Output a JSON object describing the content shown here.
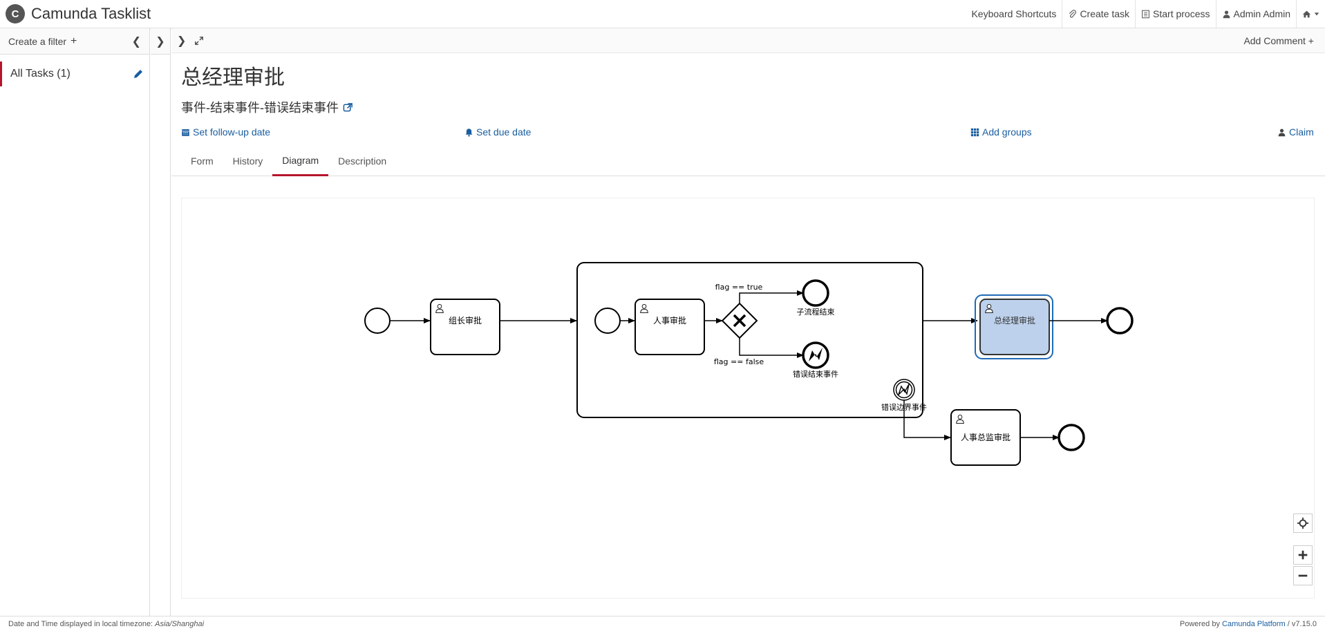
{
  "header": {
    "logo_letter": "C",
    "app_title": "Camunda Tasklist",
    "keyboard_shortcuts": "Keyboard Shortcuts",
    "create_task": "Create task",
    "start_process": "Start process",
    "user": "Admin Admin"
  },
  "sidebar": {
    "create_filter": "Create a filter",
    "filters": [
      {
        "label": "All Tasks (1)"
      }
    ]
  },
  "main": {
    "add_comment": "Add Comment",
    "task_title": "总经理审批",
    "process_name": "事件-结束事件-错误结束事件",
    "actions": {
      "follow_up": "Set follow-up date",
      "due_date": "Set due date",
      "add_groups": "Add groups",
      "claim": "Claim"
    },
    "tabs": [
      {
        "label": "Form"
      },
      {
        "label": "History"
      },
      {
        "label": "Diagram",
        "active": true
      },
      {
        "label": "Description"
      }
    ]
  },
  "diagram": {
    "tasks": {
      "group_leader": "组长审批",
      "hr": "人事审批",
      "gm": "总经理审批",
      "hr_director": "人事总监审批"
    },
    "flows": {
      "true": "flag == true",
      "false": "flag == false"
    },
    "events": {
      "subprocess_end": "子流程结束",
      "error_end": "错误结束事件",
      "error_boundary": "错误边界事件"
    },
    "highlight_color": "#bdd1ec",
    "highlight_border": "#1f6ab5"
  },
  "footer": {
    "timezone_label": "Date and Time displayed in local timezone:",
    "timezone": "Asia/Shanghai",
    "powered_by": "Powered by",
    "platform": "Camunda Platform",
    "version": "/ v7.15.0"
  }
}
